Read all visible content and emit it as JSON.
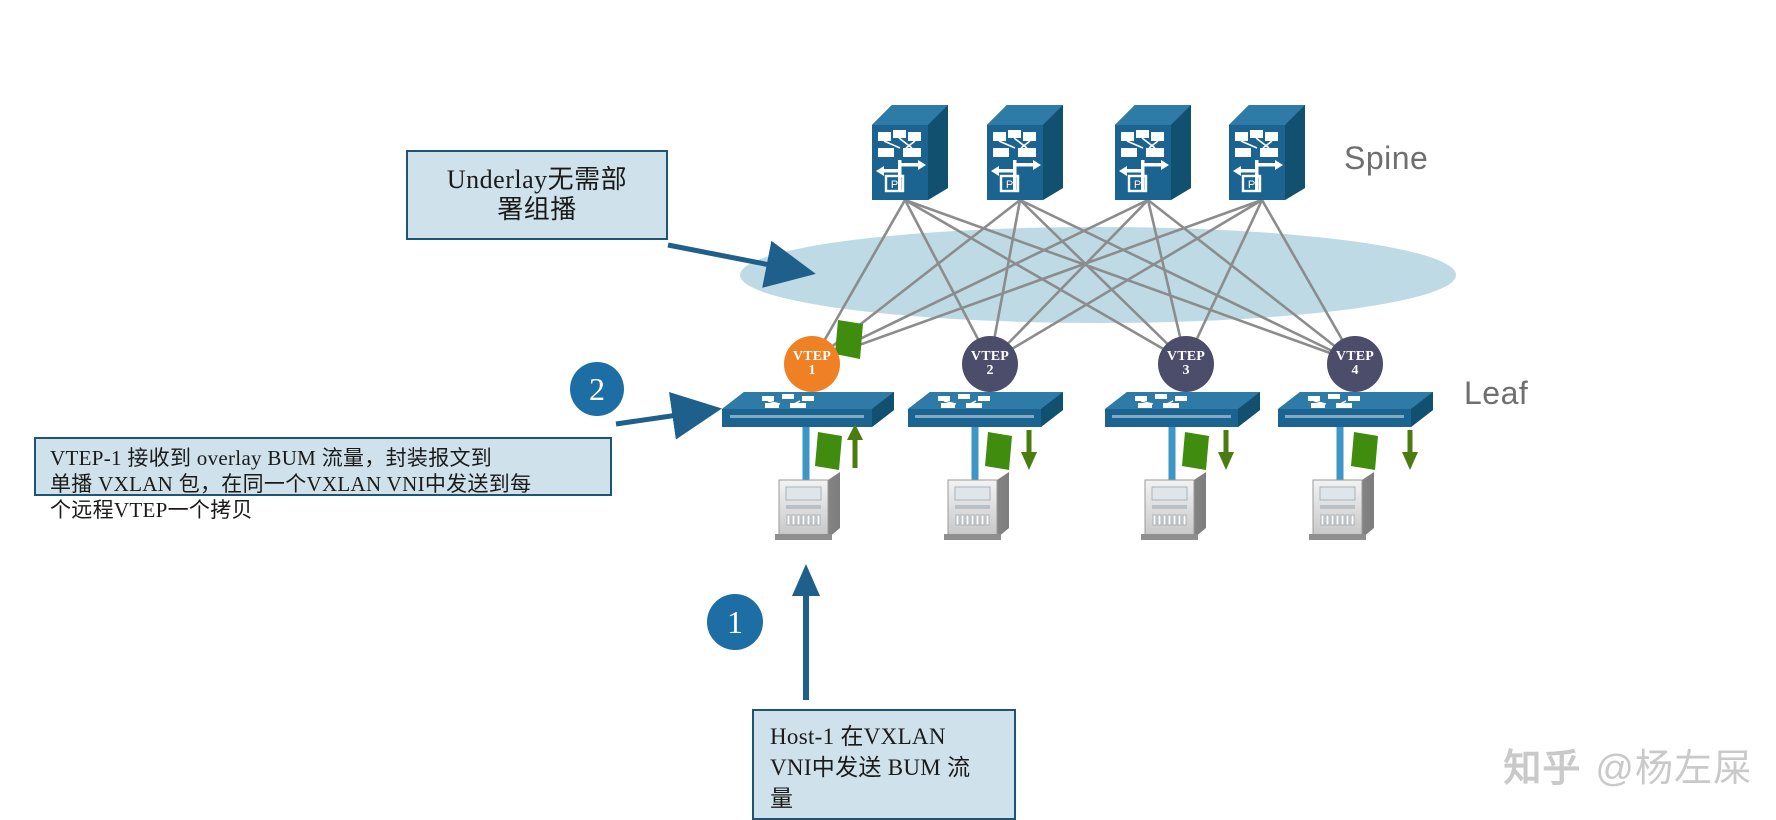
{
  "diagram": {
    "title": "VXLAN BUM traffic with ingress replication",
    "planes": {
      "spine_label": "Spine",
      "leaf_label": "Leaf"
    },
    "callouts": [
      {
        "id": "underlay",
        "lines": [
          "Underlay无需部",
          "署组播"
        ],
        "text": "Underlay无需部署组播",
        "fill": "#cfe2eb",
        "border": "#1f5573"
      },
      {
        "id": "vtep1-step",
        "step": "2",
        "lines": [
          "VTEP-1 接收到 overlay BUM 流量，封装报文到",
          "单播 VXLAN 包，在同一个VXLAN VNI中发送到每",
          "个远程VTEP一个拷贝"
        ],
        "fill": "#cfe2eb",
        "border": "#1f5573"
      },
      {
        "id": "host1-step",
        "step": "1",
        "lines": [
          "Host-1 在VXLAN",
          "VNI中发送 BUM 流",
          "量"
        ],
        "fill": "#cfe2eb",
        "border": "#1f5573"
      }
    ],
    "spines": [
      {
        "id": "spine-1",
        "icon": "router-icon"
      },
      {
        "id": "spine-2",
        "icon": "router-icon"
      },
      {
        "id": "spine-3",
        "icon": "router-icon"
      },
      {
        "id": "spine-4",
        "icon": "router-icon"
      }
    ],
    "vteps": [
      {
        "id": "vtep-1",
        "title": "VTEP",
        "number": "1",
        "color": "#ef8023",
        "active": true
      },
      {
        "id": "vtep-2",
        "title": "VTEP",
        "number": "2",
        "color": "#4c4c6b",
        "active": false
      },
      {
        "id": "vtep-3",
        "title": "VTEP",
        "number": "3",
        "color": "#4c4c6b",
        "active": false
      },
      {
        "id": "vtep-4",
        "title": "VTEP",
        "number": "4",
        "color": "#4c4c6b",
        "active": false
      }
    ],
    "leaf_switches": [
      {
        "id": "leaf-1",
        "icon": "switch-icon"
      },
      {
        "id": "leaf-2",
        "icon": "switch-icon"
      },
      {
        "id": "leaf-3",
        "icon": "switch-icon"
      },
      {
        "id": "leaf-4",
        "icon": "switch-icon"
      }
    ],
    "hosts": [
      {
        "id": "host-1",
        "icon": "server-icon"
      },
      {
        "id": "host-2",
        "icon": "server-icon"
      },
      {
        "id": "host-3",
        "icon": "server-icon"
      },
      {
        "id": "host-4",
        "icon": "server-icon"
      }
    ],
    "flows": [
      {
        "id": "flow-host1-up",
        "direction": "up",
        "color": "#4a7c10"
      },
      {
        "id": "flow-leaf1-up",
        "direction": "up",
        "color": "#4a7c10"
      },
      {
        "id": "flow-leaf2-down",
        "direction": "down",
        "color": "#4a7c10"
      },
      {
        "id": "flow-leaf3-down",
        "direction": "down",
        "color": "#4a7c10"
      },
      {
        "id": "flow-leaf4-down",
        "direction": "down",
        "color": "#4a7c10"
      }
    ],
    "colors": {
      "underlay_cloud": "#bedbe5",
      "device_blue": "#1b6491",
      "device_blue_dark": "#12506f",
      "link_gray": "#8c8c8c",
      "accent_orange": "#ef8023",
      "accent_navy": "#4c4c6b",
      "bum_green": "#4a7c10",
      "arrow_blue": "#1f5f8b",
      "callout_fill": "#cfe2eb",
      "callout_border": "#1f5573",
      "label_gray": "#6f6f6f",
      "watermark_gray": "#c9c9c9"
    }
  },
  "watermark": {
    "site": "知乎",
    "author": "@杨左屎"
  }
}
